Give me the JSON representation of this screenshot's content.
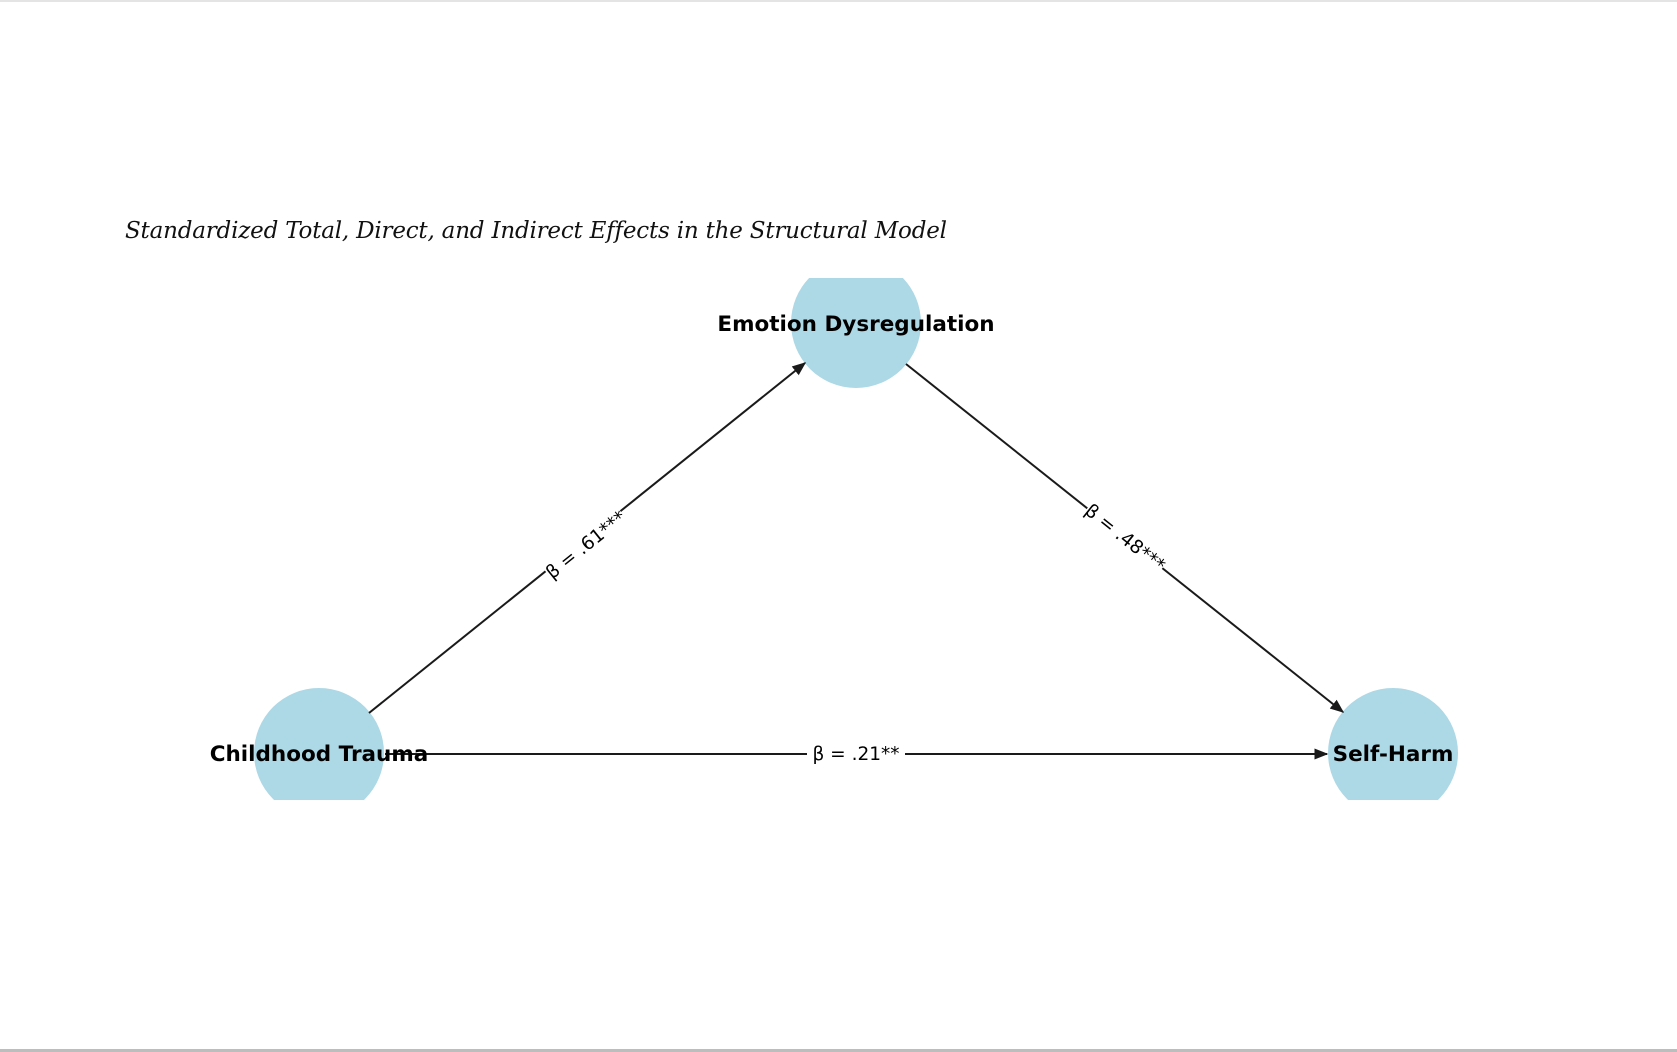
{
  "figure": {
    "title": "Standardized Total, Direct, and Indirect Effects in the Structural Model"
  },
  "nodes": {
    "mediator": {
      "label": "Emotion Dysregulation"
    },
    "predictor": {
      "label": "Childhood Trauma"
    },
    "outcome": {
      "label": "Self-Harm"
    }
  },
  "edges": {
    "a_path": {
      "label": "β = .61***"
    },
    "b_path": {
      "label": "β = .48***"
    },
    "c_path": {
      "label": "β = .21**"
    }
  },
  "colors": {
    "node_fill": "#add8e6",
    "edge_stroke": "#1a1a1a",
    "text": "#000000"
  }
}
